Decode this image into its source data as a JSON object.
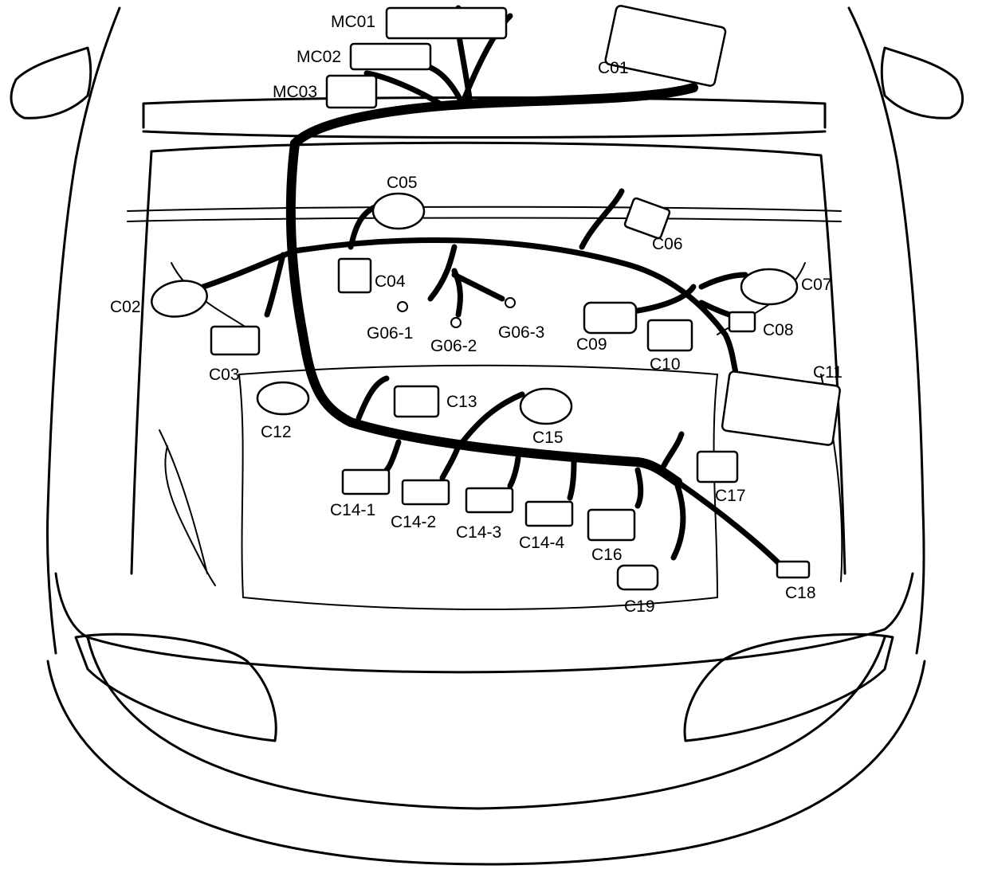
{
  "labels": {
    "mc01": "MC01",
    "mc02": "MC02",
    "mc03": "MC03",
    "c01": "C01",
    "c02": "C02",
    "c03": "C03",
    "c04": "C04",
    "c05": "C05",
    "c06": "C06",
    "c07": "C07",
    "c08": "C08",
    "c09": "C09",
    "c10": "C10",
    "c11": "C11",
    "c12": "C12",
    "c13": "C13",
    "c14_1": "C14-1",
    "c14_2": "C14-2",
    "c14_3": "C14-3",
    "c14_4": "C14-4",
    "c15": "C15",
    "c16": "C16",
    "c17": "C17",
    "c18": "C18",
    "c19": "C19",
    "g06_1": "G06-1",
    "g06_2": "G06-2",
    "g06_3": "G06-3"
  }
}
